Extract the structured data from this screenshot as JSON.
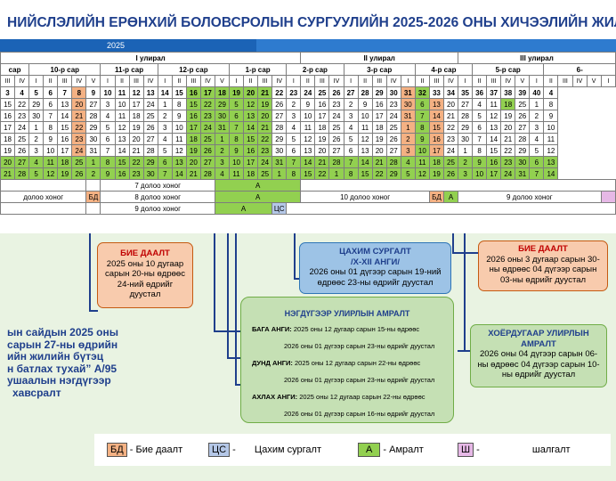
{
  "title": "НИЙСЛЭЛИЙН ЕРӨНХИЙ БОЛОВСРОЛЫН СУРГУУЛИЙН 2025-2026 ОНЫ ХИЧЭЭЛИЙН ЖИЛИЙН БҮТЭ",
  "year": "2025",
  "halves": [
    "I улирал",
    "II улирал",
    "III улирал"
  ],
  "months": [
    "сар",
    "10-р сар",
    "11-р сар",
    "12-р сар",
    "1-р сар",
    "2-р сар",
    "3-р сар",
    "4-р сар",
    "5-р сар",
    "6-"
  ],
  "week_roman": [
    "III",
    "IV",
    "I",
    "II",
    "III",
    "IV",
    "V",
    "I",
    "II",
    "III",
    "IV",
    "I",
    "II",
    "III",
    "IV",
    "V",
    "I",
    "II",
    "III",
    "IV",
    "I",
    "II",
    "III",
    "IV",
    "I",
    "II",
    "III",
    "IV",
    "I",
    "II",
    "III",
    "IV",
    "I",
    "II",
    "III",
    "IV",
    "V",
    "I",
    "II",
    "III",
    "IV",
    "V",
    "I"
  ],
  "week_numbers": [
    "3",
    "4",
    "5",
    "6",
    "7",
    "8",
    "9",
    "10",
    "11",
    "12",
    "13",
    "14",
    "15",
    "16",
    "17",
    "18",
    "19",
    "20",
    "21",
    "22",
    "23",
    "24",
    "25",
    "26",
    "27",
    "28",
    "29",
    "30",
    "31",
    "32",
    "33",
    "34",
    "35",
    "36",
    "37",
    "38",
    "39",
    "40",
    "4"
  ],
  "day_rows": [
    [
      "15",
      "22",
      "29",
      "6",
      "13",
      "20",
      "27",
      "3",
      "10",
      "17",
      "24",
      "1",
      "8",
      "15",
      "22",
      "29",
      "5",
      "12",
      "19",
      "26",
      "2",
      "9",
      "16",
      "23",
      "2",
      "9",
      "16",
      "23",
      "30",
      "6",
      "13",
      "20",
      "27",
      "4",
      "11",
      "18",
      "25",
      "1",
      "8"
    ],
    [
      "16",
      "23",
      "30",
      "7",
      "14",
      "21",
      "28",
      "4",
      "11",
      "18",
      "25",
      "2",
      "9",
      "16",
      "23",
      "30",
      "6",
      "13",
      "20",
      "27",
      "3",
      "10",
      "17",
      "24",
      "3",
      "10",
      "17",
      "24",
      "31",
      "7",
      "14",
      "21",
      "28",
      "5",
      "12",
      "19",
      "26",
      "2",
      "9"
    ],
    [
      "17",
      "24",
      "1",
      "8",
      "15",
      "22",
      "29",
      "5",
      "12",
      "19",
      "26",
      "3",
      "10",
      "17",
      "24",
      "31",
      "7",
      "14",
      "21",
      "28",
      "4",
      "11",
      "18",
      "25",
      "4",
      "11",
      "18",
      "25",
      "1",
      "8",
      "15",
      "22",
      "29",
      "6",
      "13",
      "20",
      "27",
      "3",
      "10"
    ],
    [
      "18",
      "25",
      "2",
      "9",
      "16",
      "23",
      "30",
      "6",
      "13",
      "20",
      "27",
      "4",
      "11",
      "18",
      "25",
      "1",
      "8",
      "15",
      "22",
      "29",
      "5",
      "12",
      "19",
      "26",
      "5",
      "12",
      "19",
      "26",
      "2",
      "9",
      "16",
      "23",
      "30",
      "7",
      "14",
      "21",
      "28",
      "4",
      "11"
    ],
    [
      "19",
      "26",
      "3",
      "10",
      "17",
      "24",
      "31",
      "7",
      "14",
      "21",
      "28",
      "5",
      "12",
      "19",
      "26",
      "2",
      "9",
      "16",
      "23",
      "30",
      "6",
      "13",
      "20",
      "27",
      "6",
      "13",
      "20",
      "27",
      "3",
      "10",
      "17",
      "24",
      "1",
      "8",
      "15",
      "22",
      "29",
      "5",
      "12"
    ],
    [
      "20",
      "27",
      "4",
      "11",
      "18",
      "25",
      "1",
      "8",
      "15",
      "22",
      "29",
      "6",
      "13",
      "20",
      "27",
      "3",
      "10",
      "17",
      "24",
      "31",
      "7",
      "14",
      "21",
      "28",
      "7",
      "14",
      "21",
      "28",
      "4",
      "11",
      "18",
      "25",
      "2",
      "9",
      "16",
      "23",
      "30",
      "6",
      "13"
    ],
    [
      "21",
      "28",
      "5",
      "12",
      "19",
      "26",
      "2",
      "9",
      "16",
      "23",
      "30",
      "7",
      "14",
      "21",
      "28",
      "4",
      "11",
      "18",
      "25",
      "1",
      "8",
      "15",
      "22",
      "1",
      "8",
      "15",
      "22",
      "29",
      "5",
      "12",
      "19",
      "26",
      "3",
      "10",
      "17",
      "24",
      "31",
      "7",
      "14"
    ]
  ],
  "row_labels": {
    "week_7": "7 долоо хоног",
    "week_8": "8 долоо хоног",
    "week_9": "9 долоо хоног",
    "week_10": "10 долоо хоног",
    "week_9b": "9 долоо хоног",
    "week_left": "долоо хоног",
    "bd": "БД",
    "a": "А",
    "cs": "ЦС"
  },
  "callouts": {
    "bie_daalt_1": {
      "title": "БИЕ ДААЛТ",
      "body": "2025 оны 10 дугаар сарын 20-ны өдрөөс 24-ний өдрийг дуустал"
    },
    "cahim": {
      "title": "ЦАХИМ СУРГАЛТ",
      "subtitle": "/X-XII АНГИ/",
      "body": "2026 оны 01 дүгээр сарын 19-ний өдрөөс 23-ны өдрийг дуустал"
    },
    "bie_daalt_2": {
      "title": "БИЕ ДААЛТ",
      "body": "2026 оны 3 дугаар сарын 30-ны өдрөөс 04 дүгээр сарын 03-ны өдрийг дуустал"
    },
    "winter": {
      "title": "НЭГДҮГЭЭР УЛИРЛЫН АМРАЛТ",
      "rows": [
        {
          "label": "БАГА АНГИ:",
          "text": "2025 оны 12 дугаар сарын 15-ны өдрөөс"
        },
        {
          "label": "",
          "text": "2026 оны 01 дүгээр сарын 23-ны өдрийг дуустал"
        },
        {
          "label": "ДУНД АНГИ:",
          "text": "2025 оны 12 дугаар сарын 22-ны өдрөөс"
        },
        {
          "label": "",
          "text": "2026 оны 01 дүгээр сарын 23-ны өдрийг дуустал"
        },
        {
          "label": "АХЛАХ АНГИ:",
          "text": "2025 оны 12 дугаар сарын 22-ны өдрөөс"
        },
        {
          "label": "",
          "text": "2026 оны 01 дүгээр сарын 16-ны өдрийг дуустал"
        }
      ]
    },
    "spring": {
      "title": "ХОЁРДУГААР УЛИРЛЫН АМРАЛТ",
      "body": "2026 оны 04 дүгээр сарын 06-ны өдрөөс 04 дүгээр сарын 10-ны өдрийг дуустал"
    }
  },
  "left_text": [
    "ын сайдын 2025 оны",
    "сарын 27-ны өдрийн",
    "ийн жилийн бүтэц",
    "н батлах тухай” А/95",
    "ушаалын нэгдүгээр",
    "хавсралт"
  ],
  "legend": {
    "bd_box": "БД",
    "bd_label": "Бие даалт",
    "cs_box": "ЦС",
    "cs_label": "Цахим сургалт",
    "a_box": "А",
    "a_label": "Амралт",
    "sh_box": "Ш",
    "sh_label": "шалгалт",
    "dash": "-"
  }
}
